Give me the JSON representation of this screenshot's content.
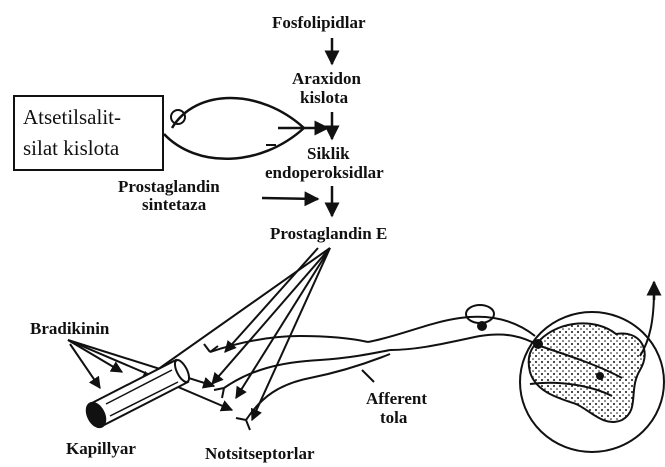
{
  "labels": {
    "phospholipids": "Fosfolipidlar",
    "arachidonic_line1": "Araxidon",
    "arachidonic_line2": "kislota",
    "aspirin_line1": "Atsetilsalit-",
    "aspirin_line2": "silat kislota",
    "inhibit_sign": "⊖",
    "cyclic_line1": "Siklik",
    "cyclic_line2": "endoperoksidlar",
    "synthase_line1": "Prostaglandin",
    "synthase_line2": "sintetaza",
    "prostaglandin_e": "Prostaglandin E",
    "bradykinin": "Bradikinin",
    "capillary": "Kapillyar",
    "nociceptors": "Notsitseptorlar",
    "afferent_line1": "Afferent",
    "afferent_line2": "tola"
  },
  "colors": {
    "ink": "#111111",
    "background": "#ffffff"
  }
}
